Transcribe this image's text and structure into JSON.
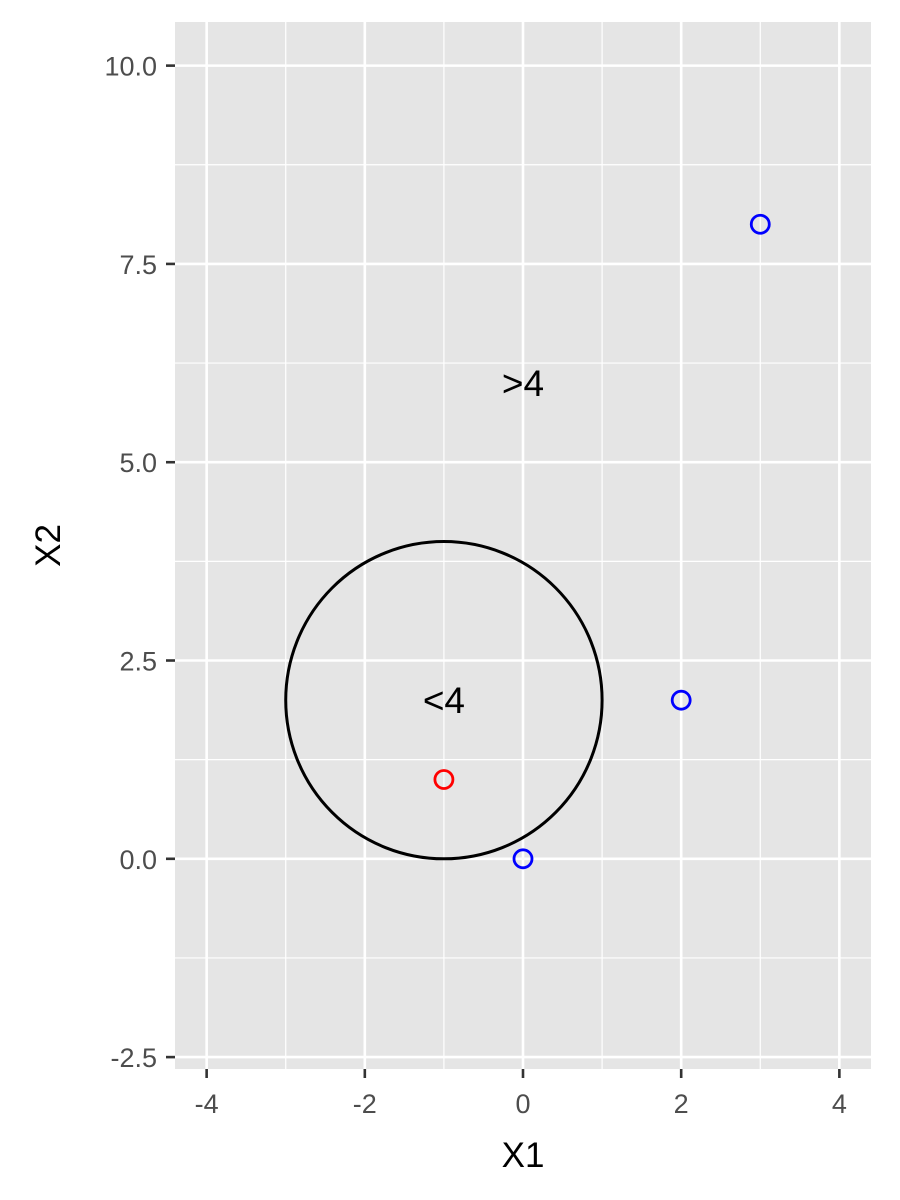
{
  "chart_data": {
    "type": "scatter",
    "xlabel": "X1",
    "ylabel": "X2",
    "xlim": [
      -4.4,
      4.4
    ],
    "ylim": [
      -2.65,
      10.55
    ],
    "x_ticks": [
      -4,
      -2,
      0,
      2,
      4
    ],
    "x_tick_labels": [
      "-4",
      "-2",
      "0",
      "2",
      "4"
    ],
    "y_ticks": [
      -2.5,
      0,
      2.5,
      5,
      7.5,
      10
    ],
    "y_tick_labels": [
      "-2.5",
      "0.0",
      "2.5",
      "5.0",
      "7.5",
      "10.0"
    ],
    "grid": true,
    "background": "#e5e5e5",
    "gridline_color": "#ffffff",
    "points": [
      {
        "x": -1,
        "y": 1,
        "color": "#ff0000"
      },
      {
        "x": 0,
        "y": 0,
        "color": "#0000ff"
      },
      {
        "x": 2,
        "y": 2,
        "color": "#0000ff"
      },
      {
        "x": 3,
        "y": 8,
        "color": "#0000ff"
      }
    ],
    "circle": {
      "center_x": -1,
      "center_y": 2,
      "radius": 2,
      "color": "#000000"
    },
    "annotations": [
      {
        "text": "<4",
        "x": -1,
        "y": 2
      },
      {
        "text": ">4",
        "x": 0,
        "y": 6
      }
    ]
  }
}
